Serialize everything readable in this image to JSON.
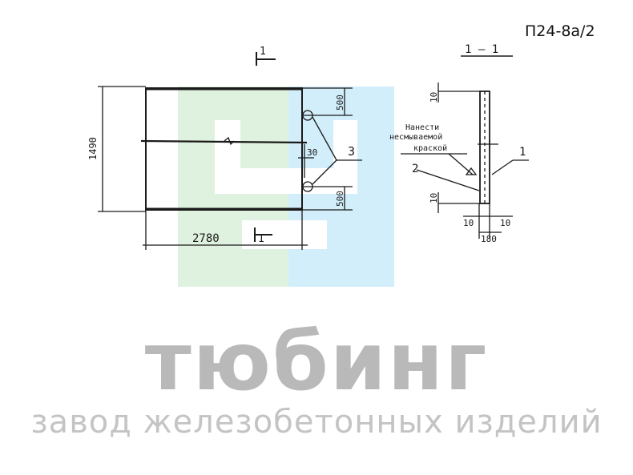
{
  "document_code": "П24-8а/2",
  "plan_view": {
    "section_mark_top": "1",
    "section_mark_bottom": "1",
    "dim_height": "1490",
    "dim_width": "2780",
    "dim_top_offset": "500",
    "dim_bottom_offset": "500",
    "dim_hole": "30",
    "callout": "3"
  },
  "section_view": {
    "title": "1 – 1",
    "dim_top": "10",
    "dim_bottom": "10",
    "dim_thickness_left": "10",
    "dim_thickness_right": "10",
    "dim_total": "180",
    "callout_1": "1",
    "callout_2": "2",
    "note_line_1": "Нанести",
    "note_line_2": "несмываемой",
    "note_line_3": "краской"
  },
  "watermark": {
    "name": "тюбинг",
    "tagline": "завод железобетонных изделий",
    "logo_colors": {
      "green": "#dff2df",
      "blue": "#d2eefb"
    }
  }
}
